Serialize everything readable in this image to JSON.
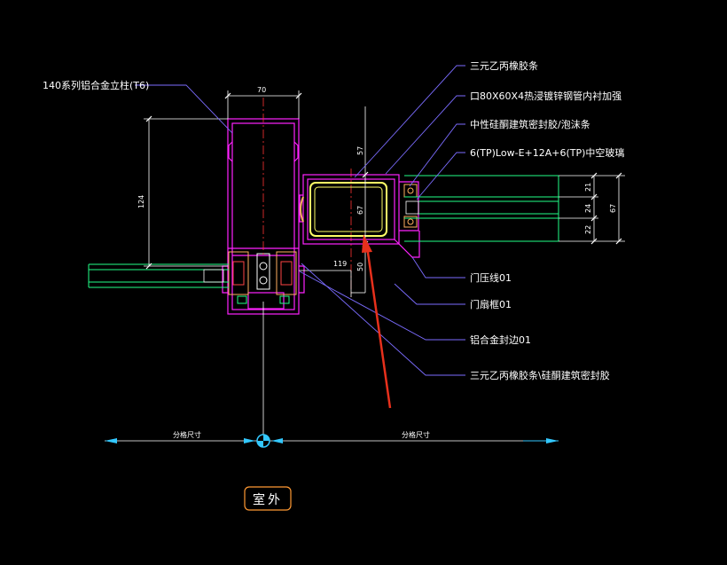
{
  "labels": {
    "mullion": "140系列铝合金立柱(T6)",
    "rubber_strip": "三元乙丙橡胶条",
    "steel_tube": "口80X60X4热浸镀锌钢管内衬加强",
    "sealant": "中性硅酮建筑密封胶/泡沫条",
    "glass": "6(TP)Low-E+12A+6(TP)中空玻璃",
    "pressure_line": "门压线01",
    "door_frame": "门扇框01",
    "cover_plate": "铝合金封边01",
    "rubber_sealant": "三元乙丙橡胶条\\硅酮建筑密封胶",
    "outdoor": "室外"
  },
  "dimensions": {
    "d70": "70",
    "d124": "124",
    "d57": "57",
    "d67v": "67",
    "d119": "119",
    "d50": "50",
    "d21": "21",
    "d24": "24",
    "d22": "22",
    "d67r": "67",
    "axis_left": "分格尺寸",
    "axis_right": "分格尺寸"
  },
  "colors": {
    "frame": "#ff22ff",
    "glass": "#22ff88",
    "steel": "#ffff66",
    "dimension": "#ffffff",
    "leader": "#7b6cff",
    "arrow": "#e8301c",
    "axis": "#33c8ff",
    "centerline": "#ff3333",
    "tag_border": "#ff9933"
  }
}
